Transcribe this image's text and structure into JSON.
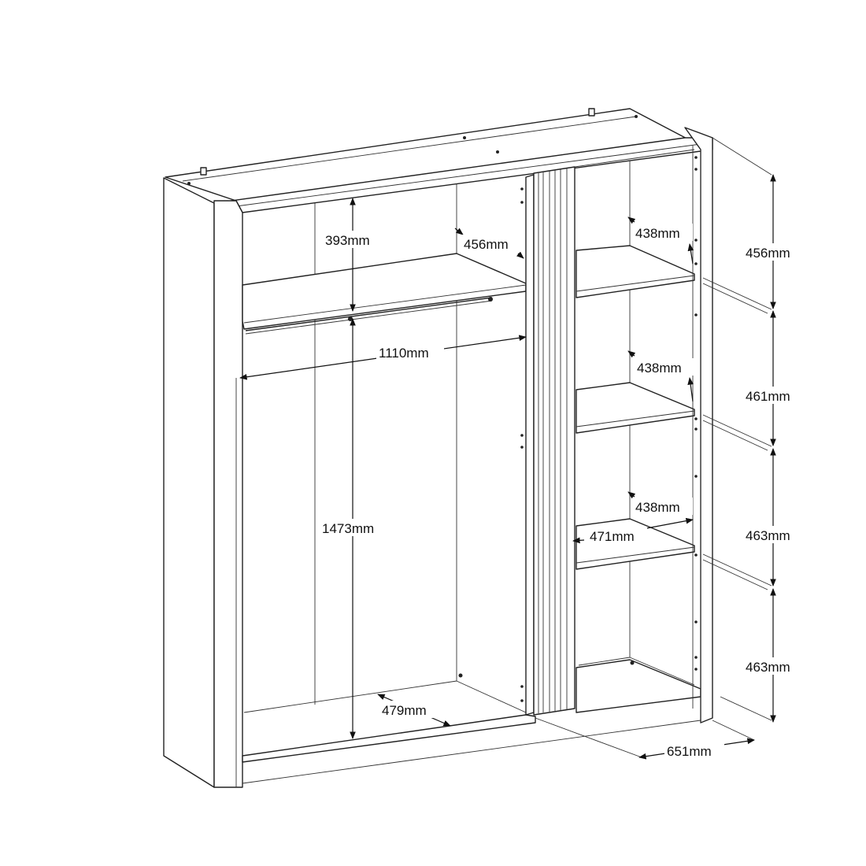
{
  "dimensions": {
    "top_compartment_height": "393mm",
    "top_shelf_depth": "456mm",
    "hanging_width": "1110mm",
    "hanging_height": "1473mm",
    "bottom_depth": "479mm",
    "overall_depth": "651mm",
    "right_shelf_depth_1": "438mm",
    "right_shelf_depth_2": "438mm",
    "right_shelf_depth_3": "438mm",
    "right_section_width": "471mm",
    "right_compartment_1": "456mm",
    "right_compartment_2": "461mm",
    "right_compartment_3": "463mm",
    "right_compartment_4": "463mm"
  },
  "colors": {
    "line": "#222222",
    "background": "#ffffff"
  }
}
